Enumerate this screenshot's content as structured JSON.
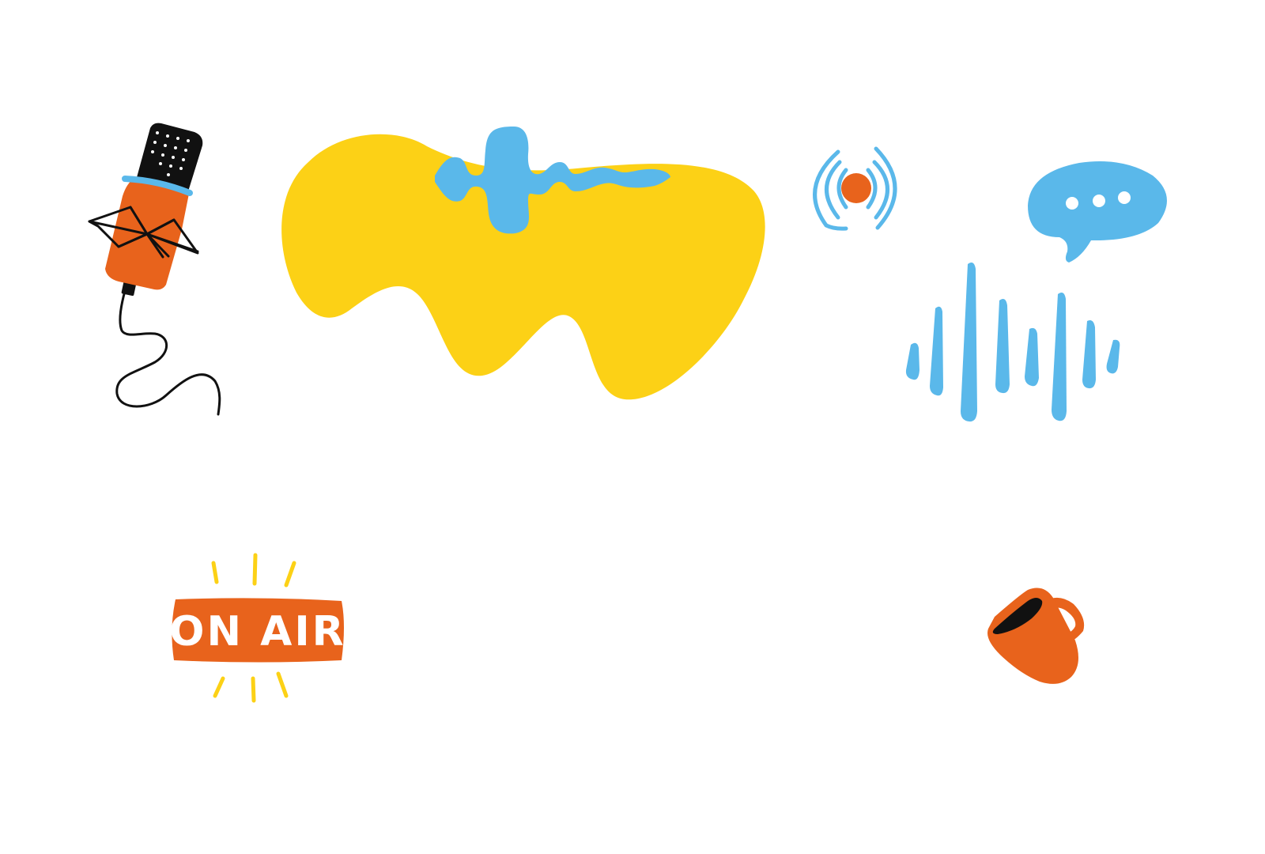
{
  "on_air_sign": {
    "label": "ON AIR"
  },
  "icons": [
    "microphone-icon",
    "sound-wave-blob",
    "broadcast-icon",
    "speech-bubble-icon",
    "audio-bars-icon",
    "on-air-sign",
    "coffee-mug-icon"
  ],
  "colors": {
    "background": "#ffffff",
    "yellow": "#fcd116",
    "blue": "#5ab8ea",
    "orange": "#e8631c",
    "black": "#111111",
    "white": "#ffffff"
  }
}
